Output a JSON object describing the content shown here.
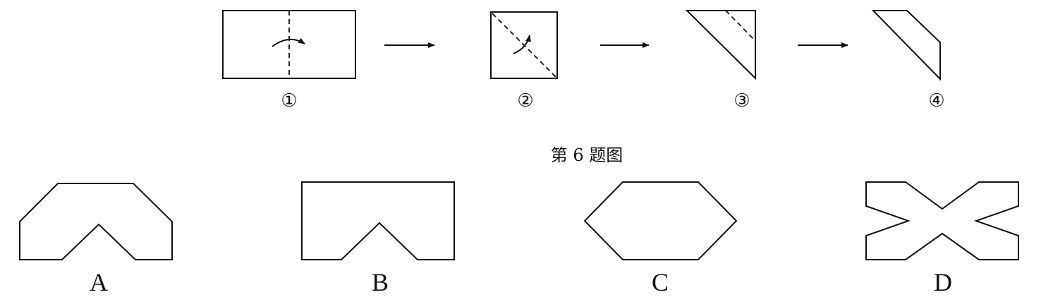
{
  "figure": {
    "steps": [
      "①",
      "②",
      "③",
      "④"
    ],
    "caption": "第 6 题图"
  },
  "options": [
    "A",
    "B",
    "C",
    "D"
  ]
}
